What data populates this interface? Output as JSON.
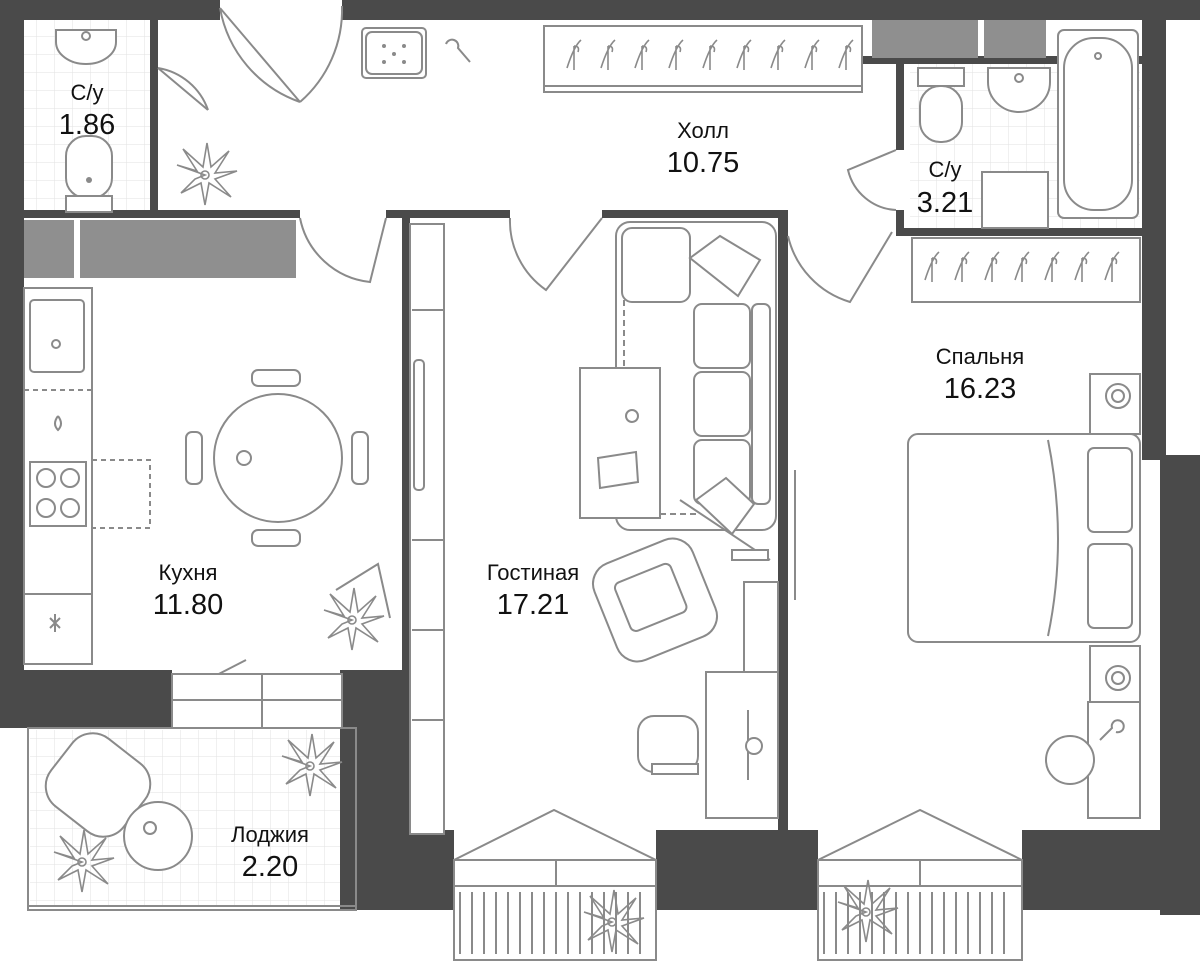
{
  "rooms": {
    "wc_small": {
      "name": "С/у",
      "area": "1.86"
    },
    "hall": {
      "name": "Холл",
      "area": "10.75"
    },
    "wc_large": {
      "name": "С/у",
      "area": "3.21"
    },
    "bedroom": {
      "name": "Спальня",
      "area": "16.23"
    },
    "living": {
      "name": "Гостиная",
      "area": "17.21"
    },
    "kitchen": {
      "name": "Кухня",
      "area": "11.80"
    },
    "loggia": {
      "name": "Лоджия",
      "area": "2.20"
    }
  },
  "colors": {
    "wall": "#4a4a4a",
    "furniture_line": "#8a8a8a",
    "cabinet_fill": "#8f8f8f",
    "label": "#111111"
  }
}
